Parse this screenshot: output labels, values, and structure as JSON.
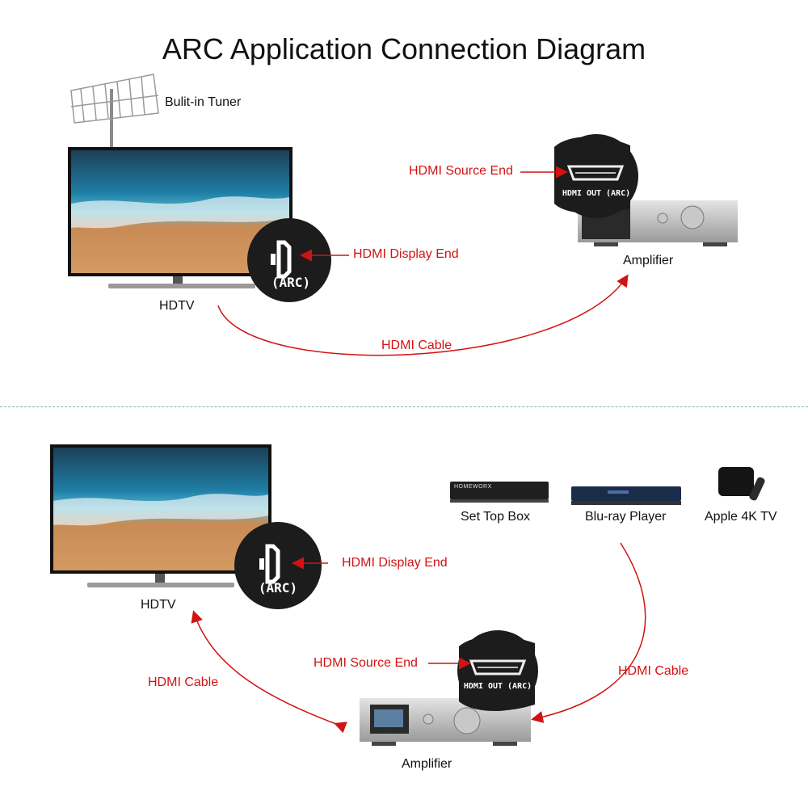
{
  "title": "ARC Application Connection Diagram",
  "top": {
    "tuner_label": "Bulit-in Tuner",
    "hdtv_label": "HDTV",
    "display_end_label": "HDMI Display End",
    "arc_badge": "(ARC)",
    "source_end_label": "HDMI Source End",
    "hdmi_out_badge": "HDMI OUT (ARC)",
    "amplifier_label": "Amplifier",
    "cable_label": "HDMI Cable"
  },
  "bottom": {
    "hdtv_label": "HDTV",
    "display_end_label": "HDMI Display End",
    "arc_badge": "(ARC)",
    "devices": [
      {
        "label": "Set Top Box",
        "brand": "HOMEWORX"
      },
      {
        "label": "Blu-ray Player"
      },
      {
        "label": "Apple 4K TV"
      }
    ],
    "source_end_label": "HDMI Source End",
    "hdmi_out_badge": "HDMI OUT (ARC)",
    "amplifier_label": "Amplifier",
    "cable_left_label": "HDMI Cable",
    "cable_right_label": "HDMI Cable"
  },
  "colors": {
    "accent": "#d11313",
    "divider": "#6fb9a8",
    "badge": "#1c1c1c"
  },
  "icons": [
    "antenna-icon",
    "tv-icon",
    "arc-port-icon",
    "hdmi-port-icon",
    "amplifier-icon",
    "set-top-box-icon",
    "blu-ray-player-icon",
    "apple-tv-icon"
  ]
}
